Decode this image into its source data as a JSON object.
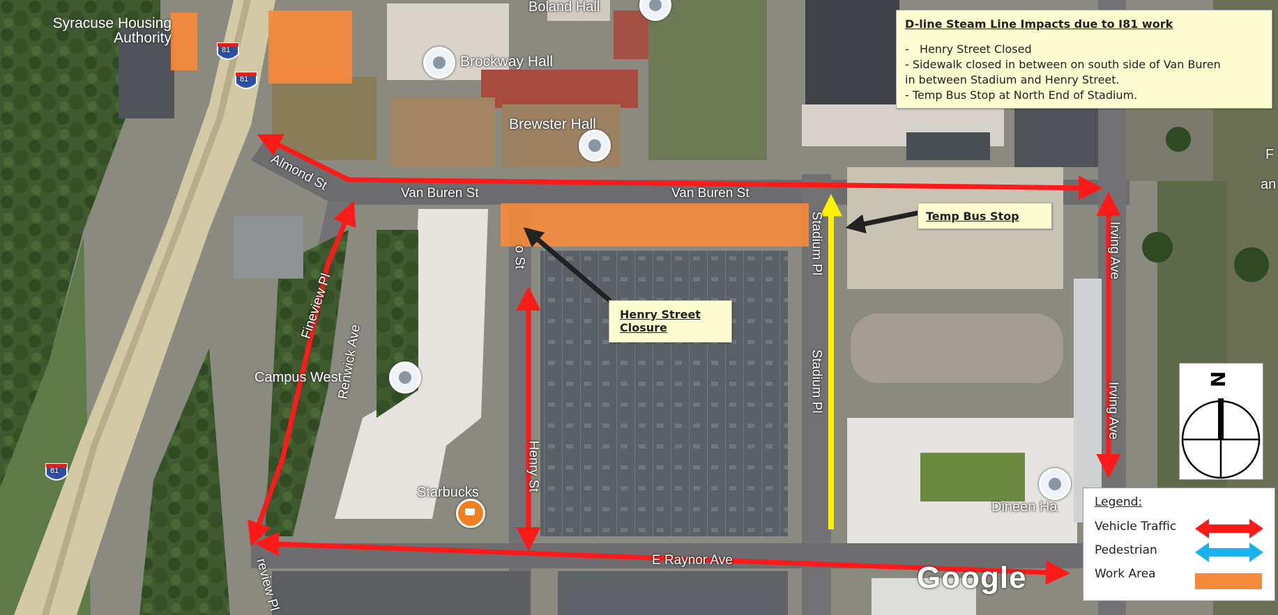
{
  "places": {
    "housing_authority": "Syracuse Housing\nAuthority",
    "boland_hall": "Boland Hall",
    "brockway_hall": "Brockway Hall",
    "brewster_hall": "Brewster Hall",
    "campus_west": "Campus West",
    "starbucks": "Starbucks",
    "dineen_hall": "Dineen Ha",
    "google": "Google"
  },
  "streets": {
    "almond": "Almond St",
    "van_buren_1": "Van Buren St",
    "van_buren_2": "Van Buren St",
    "stadium_1": "Stadium Pl",
    "stadium_2": "Stadium Pl",
    "irving_1": "Irving Ave",
    "irving_2": "Irving Ave",
    "fineview": "Fineview Pl",
    "renwick": "Renwick Ave",
    "henry_1": "o St",
    "henry_2": "Henry St",
    "raynor": "E Raynor Ave",
    "review": "review Pl",
    "interstate_1": "81",
    "interstate_2": "81",
    "interstate_3": "81",
    "edge_1": "F",
    "edge_2": "an"
  },
  "impacts_box": {
    "title": "D-line Steam Line Impacts due to I81 work",
    "lines": [
      "-   Henry Street Closed",
      "- Sidewalk closed in between on south side of Van Buren",
      "in between Stadium and Henry Street.",
      "- Temp Bus Stop at North End of Stadium."
    ]
  },
  "callouts": {
    "bus_stop": "Temp Bus Stop",
    "closure_line1": "Henry Street",
    "closure_line2": "Closure"
  },
  "legend": {
    "title": "Legend:",
    "items": [
      {
        "label": "Vehicle Traffic",
        "color": "#ff1a1a"
      },
      {
        "label": "Pedestrian",
        "color": "#1ab2ee"
      },
      {
        "label": "Work Area",
        "color": "#f7893a"
      }
    ]
  },
  "compass": {
    "label": "N"
  },
  "colors": {
    "vehicle_arrow": "#ff1a1a",
    "pedestrian_arrow": "#fff200",
    "work_area": "#f7893a",
    "pointer": "#222222"
  }
}
